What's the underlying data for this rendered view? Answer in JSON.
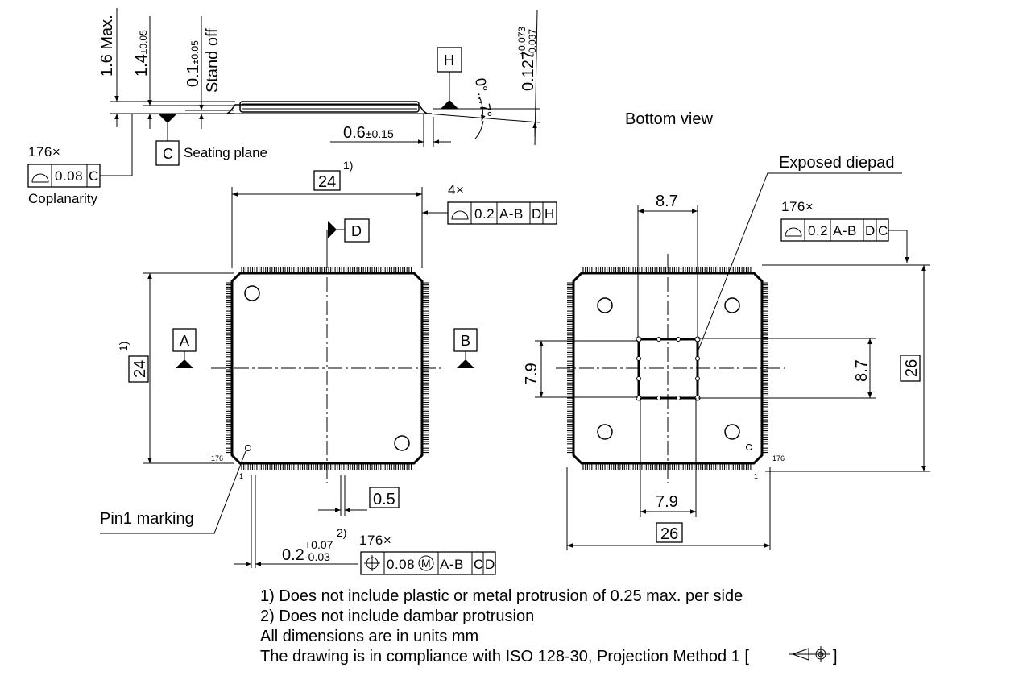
{
  "side_view": {
    "dim_height_max": "1.6 Max.",
    "dim_body_thickness": "1.4",
    "dim_body_thickness_tol": "±0.05",
    "dim_standoff": "0.1",
    "dim_standoff_tol": "±0.05",
    "standoff_label": "Stand off",
    "datum_h": "H",
    "angle": "0°...7°",
    "dim_lead_thickness": "0.127",
    "dim_lead_thickness_tol_plus": "+0.073",
    "dim_lead_thickness_tol_minus": "-0.037",
    "dim_foot_length": "0.6",
    "dim_foot_length_tol": "±0.15",
    "datum_c": "C",
    "seating_plane_label": "Seating plane",
    "coplanarity_count": "176×",
    "coplanarity_value": "0.08",
    "coplanarity_datum": "C",
    "coplanarity_label": "Coplanarity"
  },
  "top_view": {
    "dim_width": "24",
    "dim_width_note": "1)",
    "dim_height": "24",
    "dim_height_note": "1)",
    "datum_d": "D",
    "datum_a": "A",
    "datum_b": "B",
    "profile_count": "4×",
    "profile_value": "0.2",
    "profile_datums": [
      "A-B",
      "D",
      "H"
    ],
    "pin_1": "1",
    "pin_176": "176",
    "pin1_marking_label": "Pin1 marking",
    "dim_pitch": "0.5",
    "dim_lead_width": "0.2",
    "dim_lead_width_tol_plus": "+0.07",
    "dim_lead_width_tol_minus": "-0.03",
    "dim_lead_width_note": "2)",
    "position_count": "176×",
    "position_value": "0.08",
    "position_modifier": "M",
    "position_datums": [
      "A-B",
      "C",
      "D"
    ]
  },
  "bottom_view": {
    "title": "Bottom view",
    "exposed_diepad_label": "Exposed diepad",
    "dim_pad_top": "8.7",
    "dim_pad_left": "7.9",
    "dim_pad_right": "8.7",
    "dim_pad_bottom": "7.9",
    "dim_lead_tip_height": "26",
    "dim_lead_tip_width": "26",
    "profile_count": "176×",
    "profile_value": "0.2",
    "profile_datums": [
      "A-B",
      "D",
      "C"
    ],
    "pin_1": "1",
    "pin_176": "176"
  },
  "notes": [
    "1) Does not include plastic or metal protrusion of 0.25 max. per side",
    "2) Does not include dambar protrusion",
    "All dimensions are in units mm",
    "The drawing is in compliance with ISO 128-30, Projection Method 1 ["
  ],
  "notes_close_bracket": "]"
}
